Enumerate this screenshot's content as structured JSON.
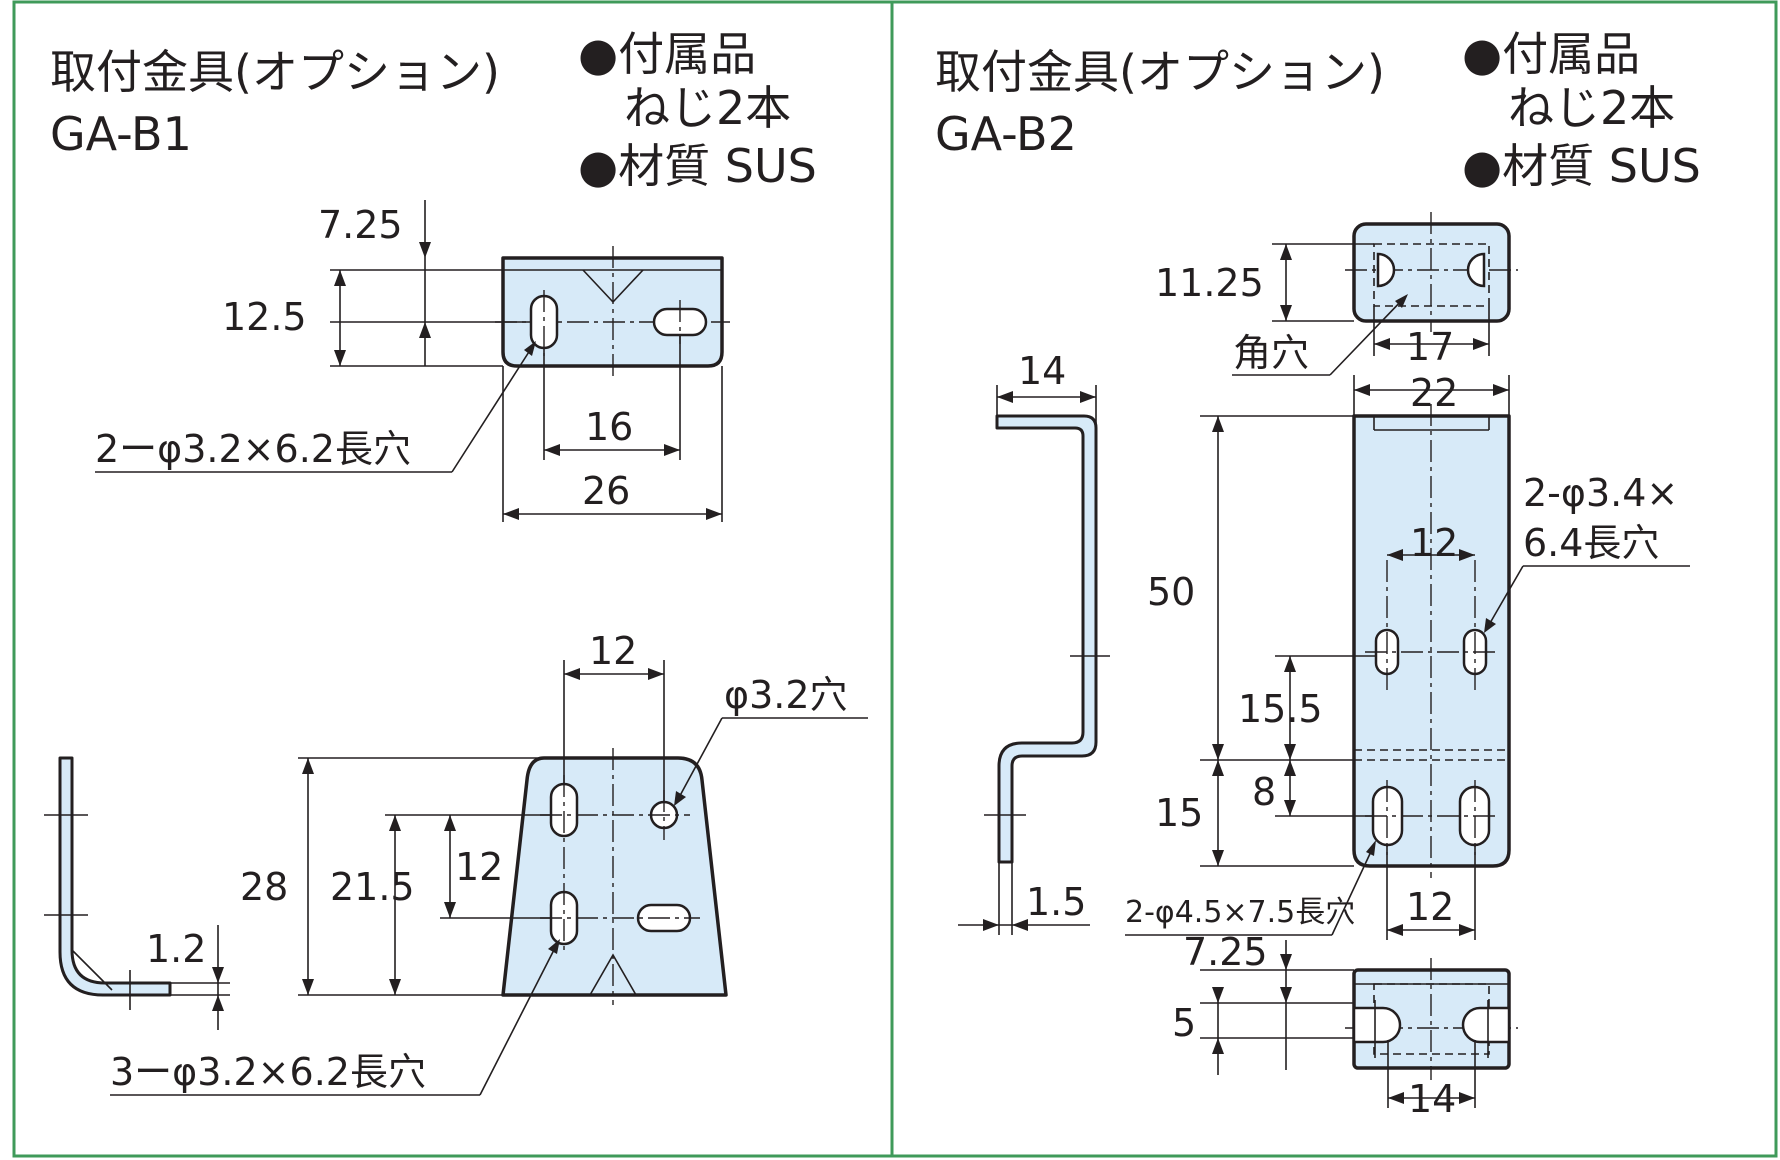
{
  "colors": {
    "frame": "#3f9a5a",
    "plate_fill": "#d7eaf8",
    "ink": "#231f20"
  },
  "left": {
    "title": "取付金具(オプション)",
    "model": "GA-B1",
    "note1": "●付属品",
    "note1_detail": "ねじ2本",
    "note2": "●材質 SUS",
    "top_view": {
      "d_7_25": "7.25",
      "d_12_5": "12.5",
      "d_16": "16",
      "d_26": "26",
      "slot": "2ーφ3.2×6.2長穴"
    },
    "front_view": {
      "d_12": "12",
      "d_28": "28",
      "d_21_5": "21.5",
      "d_12b": "12",
      "hole": "φ3.2穴",
      "slots": "3ーφ3.2×6.2長穴"
    },
    "side_view": {
      "d_1_2": "1.2"
    }
  },
  "right": {
    "title": "取付金具(オプション)",
    "model": "GA-B2",
    "note1": "●付属品",
    "note1_detail": "ねじ2本",
    "note2": "●材質 SUS",
    "top_view": {
      "d_11_25": "11.25",
      "square_hole": "角穴",
      "d_17": "17"
    },
    "side_view": {
      "d_14": "14",
      "d_1_5": "1.5"
    },
    "front_view": {
      "d_22": "22",
      "d_50": "50",
      "d_12": "12",
      "slot_upper_1": "2-φ3.4×",
      "slot_upper_2": "6.4長穴",
      "d_15_5": "15.5",
      "d_8": "8",
      "d_15": "15",
      "slot_lower": "2-φ4.5×7.5長穴",
      "d_12b": "12"
    },
    "bottom_view": {
      "d_7_25": "7.25",
      "d_5": "5",
      "d_14": "14"
    }
  }
}
